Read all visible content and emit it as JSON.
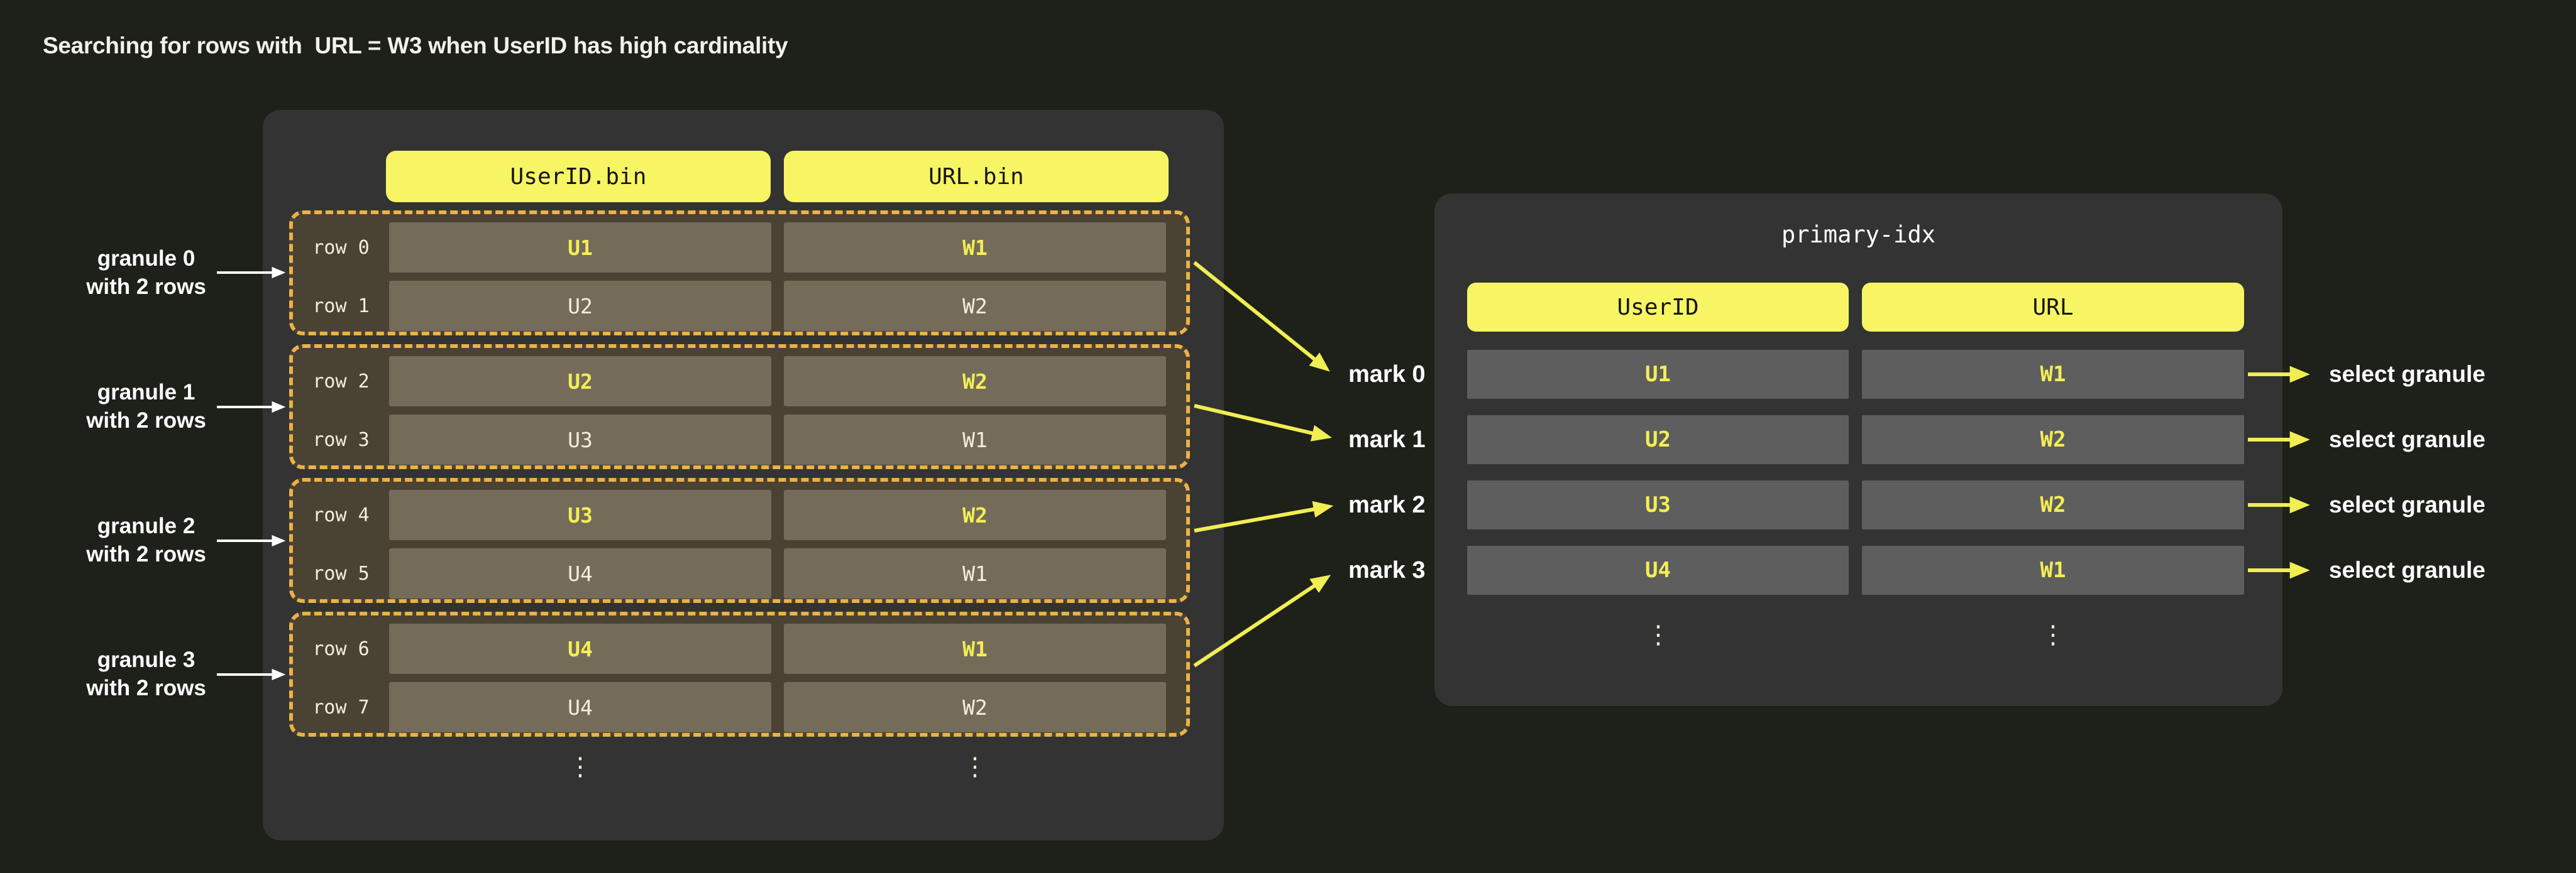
{
  "page": {
    "title": "Searching for rows with  URL = W3 when UserID has high cardinality"
  },
  "colors": {
    "background": "#1e201a",
    "panel": "#333333",
    "header_yellow": "#f7f563",
    "value_yellow": "#f3ee55",
    "arrow_yellow": "#f0ee52",
    "dash_amber": "#ebb246",
    "granule_bg": "#4a4233",
    "left_cell_bg": "#746c59",
    "right_cell_bg": "#5e5e5e",
    "cream_text": "#f4eedb",
    "white_text": "#ffffff"
  },
  "left_table": {
    "column_headers": [
      {
        "label": "UserID.bin"
      },
      {
        "label": "URL.bin"
      }
    ],
    "granules": [
      {
        "label_line1": "granule 0",
        "label_line2": "with 2 rows",
        "rows": [
          {
            "label": "row 0",
            "userid": "U1",
            "url": "W1",
            "highlight": true
          },
          {
            "label": "row 1",
            "userid": "U2",
            "url": "W2",
            "highlight": false
          }
        ]
      },
      {
        "label_line1": "granule 1",
        "label_line2": "with 2 rows",
        "rows": [
          {
            "label": "row 2",
            "userid": "U2",
            "url": "W2",
            "highlight": true
          },
          {
            "label": "row 3",
            "userid": "U3",
            "url": "W1",
            "highlight": false
          }
        ]
      },
      {
        "label_line1": "granule 2",
        "label_line2": "with 2 rows",
        "rows": [
          {
            "label": "row 4",
            "userid": "U3",
            "url": "W2",
            "highlight": true
          },
          {
            "label": "row 5",
            "userid": "U4",
            "url": "W1",
            "highlight": false
          }
        ]
      },
      {
        "label_line1": "granule 3",
        "label_line2": "with 2 rows",
        "rows": [
          {
            "label": "row 6",
            "userid": "U4",
            "url": "W1",
            "highlight": true
          },
          {
            "label": "row 7",
            "userid": "U4",
            "url": "W2",
            "highlight": false
          }
        ]
      }
    ],
    "ellipsis": "⋮"
  },
  "marks": [
    {
      "label": "mark 0"
    },
    {
      "label": "mark 1"
    },
    {
      "label": "mark 2"
    },
    {
      "label": "mark 3"
    }
  ],
  "index_table": {
    "title": "primary-idx",
    "column_headers": [
      {
        "label": "UserID"
      },
      {
        "label": "URL"
      }
    ],
    "rows": [
      {
        "userid": "U1",
        "url": "W1",
        "action": "select granule"
      },
      {
        "userid": "U2",
        "url": "W2",
        "action": "select granule"
      },
      {
        "userid": "U3",
        "url": "W2",
        "action": "select granule"
      },
      {
        "userid": "U4",
        "url": "W1",
        "action": "select granule"
      }
    ],
    "ellipsis": "⋮"
  }
}
